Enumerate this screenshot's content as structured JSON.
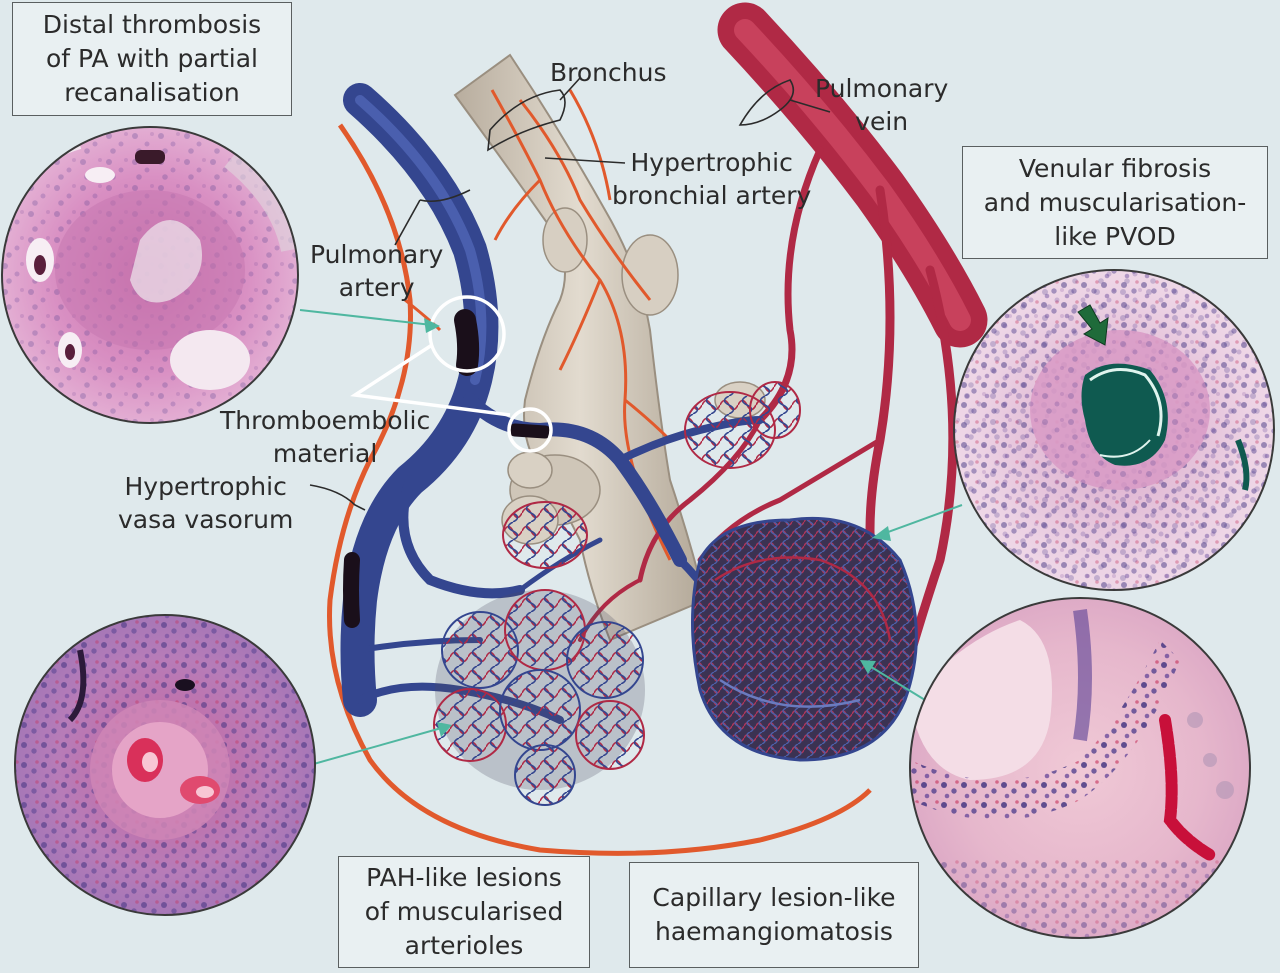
{
  "boxes": {
    "distal_thrombosis": [
      "Distal thrombosis",
      "of PA with partial",
      "recanalisation"
    ],
    "venular_fibrosis": [
      "Venular fibrosis",
      "and muscularisation-",
      "like PVOD"
    ],
    "pah_like": [
      "PAH-like lesions",
      "of muscularised",
      "arterioles"
    ],
    "capillary_lesion": [
      "Capillary lesion-like",
      "haemangiomatosis"
    ]
  },
  "labels": {
    "bronchus": [
      "Bronchus"
    ],
    "pulmonary_vein": [
      "Pulmonary",
      "vein"
    ],
    "hypertrophic_bronchial_artery": [
      "Hypertrophic",
      "bronchial artery"
    ],
    "pulmonary_artery": [
      "Pulmonary",
      "artery"
    ],
    "thromboembolic_material": [
      "Thromboembolic",
      "material"
    ],
    "hypertrophic_vasa_vasorum": [
      "Hypertrophic",
      "vasa vasorum"
    ]
  },
  "colors": {
    "background": "#dfe9ec",
    "pulmonary_artery": "#34468f",
    "pulmonary_vein": "#b02945",
    "bronchial_artery": "#e1592c",
    "bronchus": "#cdc3b5",
    "arrow": "#4fb7a0",
    "tissue_pink": "#d48fbf",
    "nuclei_purple": "#4a3a8a"
  },
  "icons": [
    "histology-micrograph",
    "pointer-arrow",
    "green-arrow-icon"
  ]
}
